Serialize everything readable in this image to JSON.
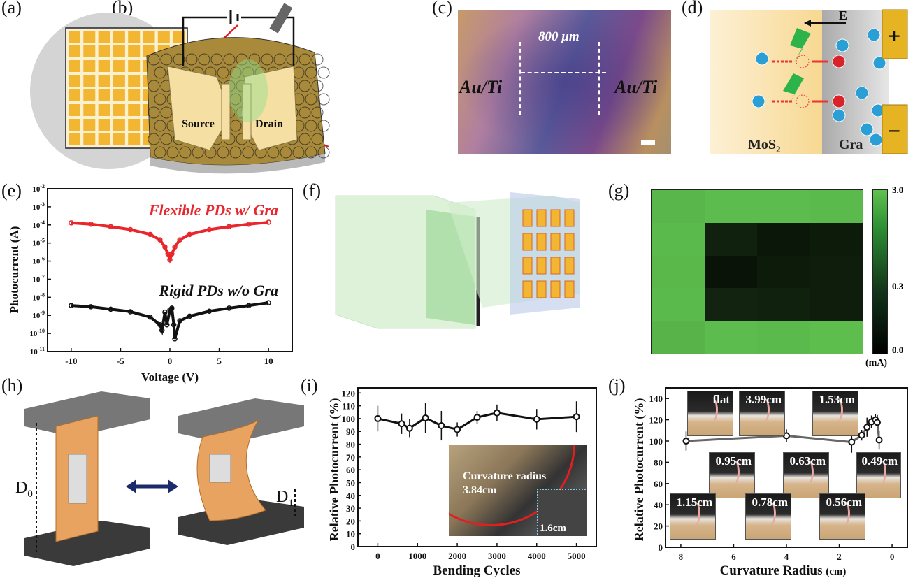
{
  "panels": {
    "a": "(a)",
    "b": "(b)",
    "c": "(c)",
    "d": "(d)",
    "e": "(e)",
    "f": "(f)",
    "g": "(g)",
    "h": "(h)",
    "i": "(i)",
    "j": "(j)"
  },
  "b": {
    "source": "Source",
    "drain": "Drain"
  },
  "c": {
    "electrode_left": "Au/Ti",
    "electrode_right": "Au/Ti",
    "gap": "800 μm"
  },
  "d": {
    "field": "E",
    "mos2": "MoS",
    "mos2_sub": "2",
    "gra": "Gra",
    "plus": "+",
    "minus": "−"
  },
  "g": {
    "colorbar_ticks": [
      "3.0",
      "0.3",
      "0.0"
    ],
    "unit": "(mA)",
    "values": [
      [
        2.4,
        2.7,
        2.7,
        2.6
      ],
      [
        2.6,
        0.08,
        0.05,
        0.06
      ],
      [
        2.5,
        0.04,
        0.06,
        0.07
      ],
      [
        2.6,
        0.09,
        0.08,
        0.07
      ],
      [
        2.3,
        2.7,
        2.6,
        2.8
      ]
    ]
  },
  "h": {
    "d0": "D",
    "d0_sub": "0",
    "d1": "D",
    "d1_sub": "1"
  },
  "i_inset": {
    "caption1": "Curvature radius",
    "caption2": "3.84cm",
    "caption3": "1.6cm"
  },
  "j_insets": [
    "flat",
    "3.99cm",
    "1.53cm",
    "0.95cm",
    "0.63cm",
    "0.49cm",
    "1.15cm",
    "0.78cm",
    "0.56cm"
  ],
  "chart_data": [
    {
      "id": "e",
      "type": "scatter",
      "xlabel": "Voltage (V)",
      "ylabel": "Photocurrent (A)",
      "yscale": "log",
      "xlim": [
        -12.4,
        12.4
      ],
      "ylim": [
        1e-11,
        0.01
      ],
      "xticks": [
        "-10",
        "-5",
        "0",
        "5",
        "10"
      ],
      "yticks": [
        "10-11",
        "10-10",
        "10-9",
        "10-8",
        "10-7",
        "10-6",
        "10-5",
        "10-4",
        "10-3",
        "10-2"
      ],
      "series": [
        {
          "name": "Flexible PDs w/ Gra",
          "color": "#e8262b",
          "x": [
            -10,
            -8,
            -6,
            -4,
            -2,
            -1,
            -0.5,
            -0.2,
            0,
            0.2,
            0.5,
            1,
            2,
            4,
            6,
            8,
            10
          ],
          "y": [
            0.00013,
            0.00011,
            8e-05,
            5.5e-05,
            3e-05,
            1.5e-05,
            6e-06,
            2.5e-06,
            1.2e-06,
            2.5e-06,
            6e-06,
            1.5e-05,
            3e-05,
            5.5e-05,
            8e-05,
            0.00011,
            0.00014
          ]
        },
        {
          "name": "Rigid PDs w/o Gra",
          "color": "#111111",
          "x": [
            -10,
            -8,
            -6,
            -4,
            -2,
            -1,
            -0.8,
            -0.5,
            -0.3,
            0,
            0.2,
            0.4,
            0.5,
            1,
            2,
            4,
            6,
            8,
            10
          ],
          "y": [
            3.5e-09,
            3e-09,
            2.2e-09,
            1.6e-09,
            8e-10,
            3e-10,
            1.5e-10,
            1.5e-09,
            3e-10,
            2e-09,
            2.5e-09,
            3e-10,
            5e-11,
            5e-10,
            9e-10,
            1.7e-09,
            2.5e-09,
            3.5e-09,
            5e-09
          ]
        }
      ]
    },
    {
      "id": "i",
      "type": "line",
      "xlabel": "Bending Cycles",
      "ylabel": "Relative Photocurrent (%)",
      "xlim": [
        -500,
        5500
      ],
      "ylim": [
        0,
        124
      ],
      "xticks": [
        "0",
        "1000",
        "2000",
        "3000",
        "4000",
        "5000"
      ],
      "yticks": [
        "0",
        "10",
        "20",
        "30",
        "40",
        "50",
        "60",
        "70",
        "80",
        "90",
        "100",
        "110",
        "120"
      ],
      "x": [
        0,
        600,
        800,
        1200,
        1600,
        2000,
        2500,
        3000,
        4000,
        5000
      ],
      "y": [
        100,
        96,
        92.5,
        100.5,
        94.5,
        91.5,
        101,
        104.5,
        99.5,
        101.5
      ],
      "err": [
        10,
        8,
        7,
        11.5,
        11.5,
        5.5,
        5,
        6.5,
        8,
        12
      ]
    },
    {
      "id": "j",
      "type": "line",
      "xlabel": "Curvature Radius",
      "xunit": "(cm)",
      "ylabel": "Relative Photocurrent (%)",
      "xlim": [
        8.58,
        -0.58
      ],
      "ylim": [
        0,
        150
      ],
      "xticks": [
        "8",
        "6",
        "4",
        "2",
        "0"
      ],
      "yticks": [
        "0",
        "20",
        "40",
        "60",
        "80",
        "100",
        "120",
        "140"
      ],
      "x": [
        7.8,
        4,
        1.53,
        1.15,
        0.95,
        0.78,
        0.63,
        0.56,
        0.49
      ],
      "y": [
        100,
        105,
        99,
        105.5,
        113,
        118,
        120,
        117.5,
        101
      ],
      "err": [
        9,
        6,
        10,
        5,
        9,
        6,
        5,
        7,
        9
      ]
    }
  ]
}
